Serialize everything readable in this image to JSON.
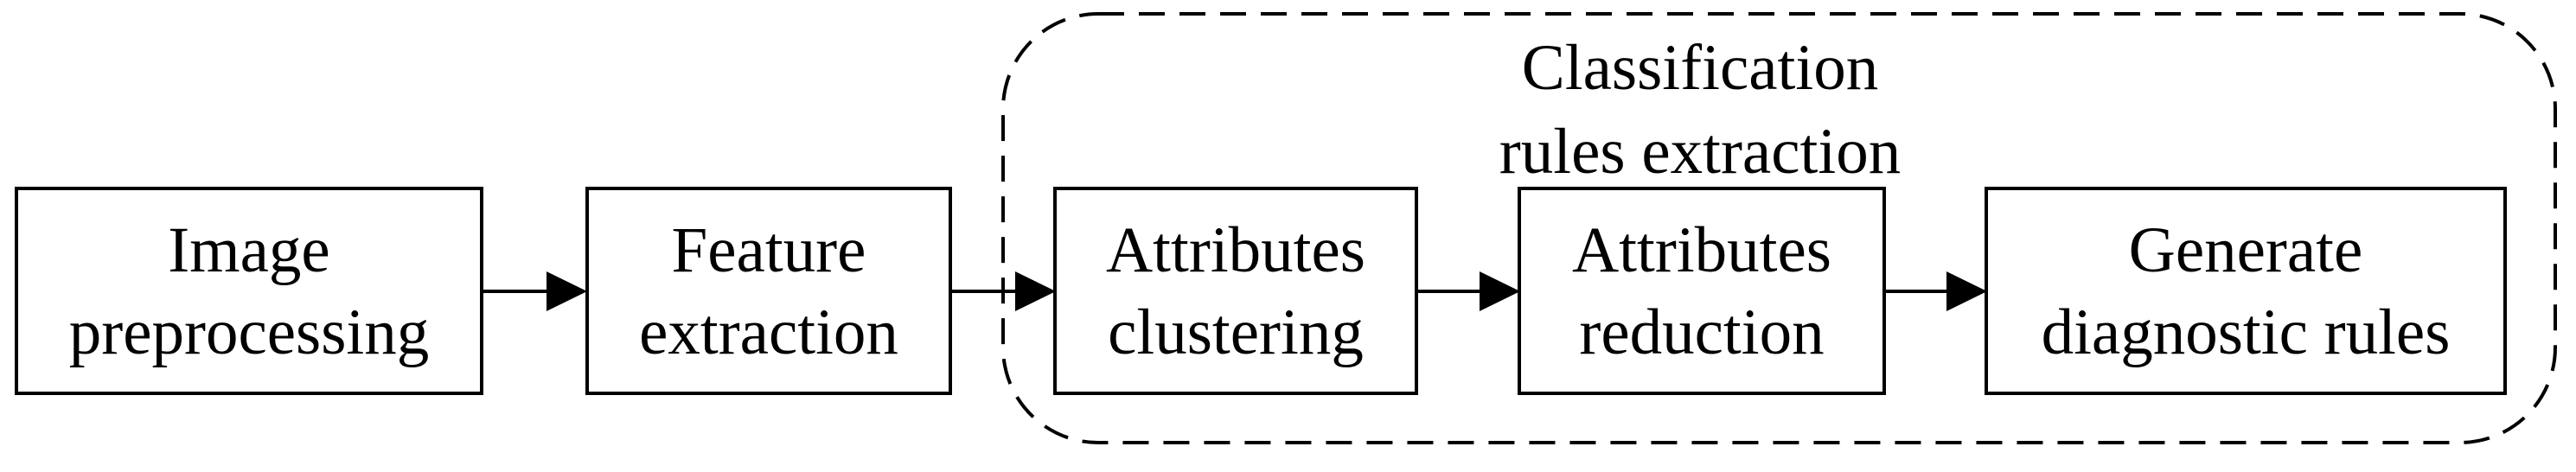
{
  "diagram": {
    "group": {
      "title_line1": "Classification",
      "title_line2": "rules extraction"
    },
    "boxes": [
      {
        "label": "Image\npreprocessing"
      },
      {
        "label": "Feature\nextraction"
      },
      {
        "label": "Attributes\nclustering"
      },
      {
        "label": "Attributes\nreduction"
      },
      {
        "label": "Generate\ndiagnostic rules"
      }
    ],
    "colors": {
      "stroke": "#000000",
      "background": "#ffffff",
      "text": "#000000"
    }
  }
}
